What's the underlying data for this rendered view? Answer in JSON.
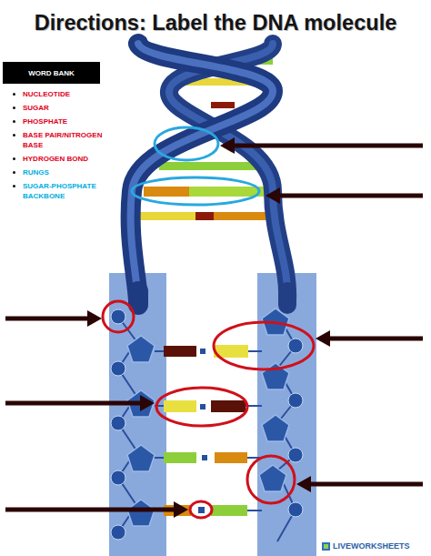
{
  "diagram": {
    "title": "Directions: Label the DNA molecule",
    "nodes": [
      {
        "text": [
          "WORD BANK"
        ]
      }
    ],
    "labels": [
      "NUCLEOTIDE",
      "SUGAR",
      "PHOSPHATE",
      "BASE PAIR/NITROGEN BASE",
      "HYDROGEN BOND",
      "RUNGS",
      "SUGAR-PHOSPHATE BACKBONE",
      "LIVEWORKSHEETS"
    ]
  }
}
